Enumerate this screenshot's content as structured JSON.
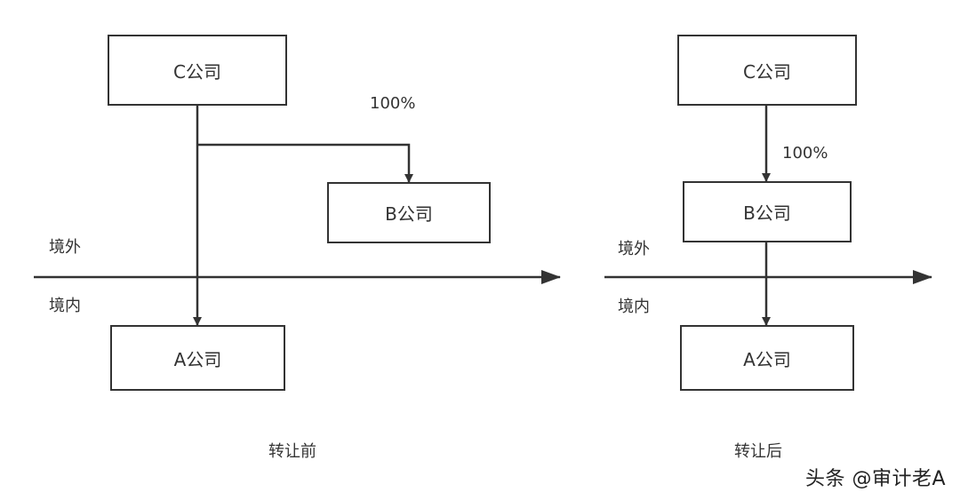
{
  "before": {
    "company_c": "C公司",
    "company_b": "B公司",
    "company_a": "A公司",
    "percent": "100%",
    "overseas": "境外",
    "domestic": "境内",
    "caption": "转让前"
  },
  "after": {
    "company_c": "C公司",
    "company_b": "B公司",
    "company_a": "A公司",
    "percent": "100%",
    "overseas": "境外",
    "domestic": "境内",
    "caption": "转让后"
  },
  "watermark": "头条 @审计老A",
  "colors": {
    "line": "#333333",
    "background": "#ffffff"
  }
}
